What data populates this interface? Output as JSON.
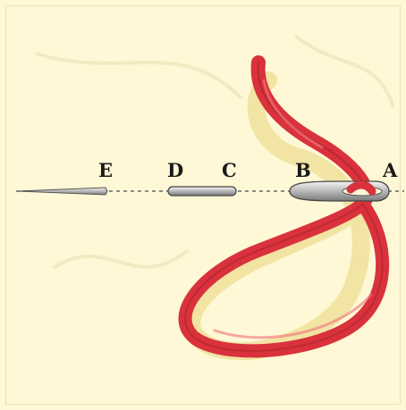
{
  "diagram": {
    "labels": {
      "a": "A",
      "b": "B",
      "c": "C",
      "d": "D",
      "e": "E"
    },
    "colors": {
      "background": "#fff8d6",
      "thread": "#d9323c",
      "thread_dark": "#a8222c",
      "shadow": "#f1e3a1",
      "stitch_line": "#666666",
      "needle": "#c9c9c9"
    }
  }
}
